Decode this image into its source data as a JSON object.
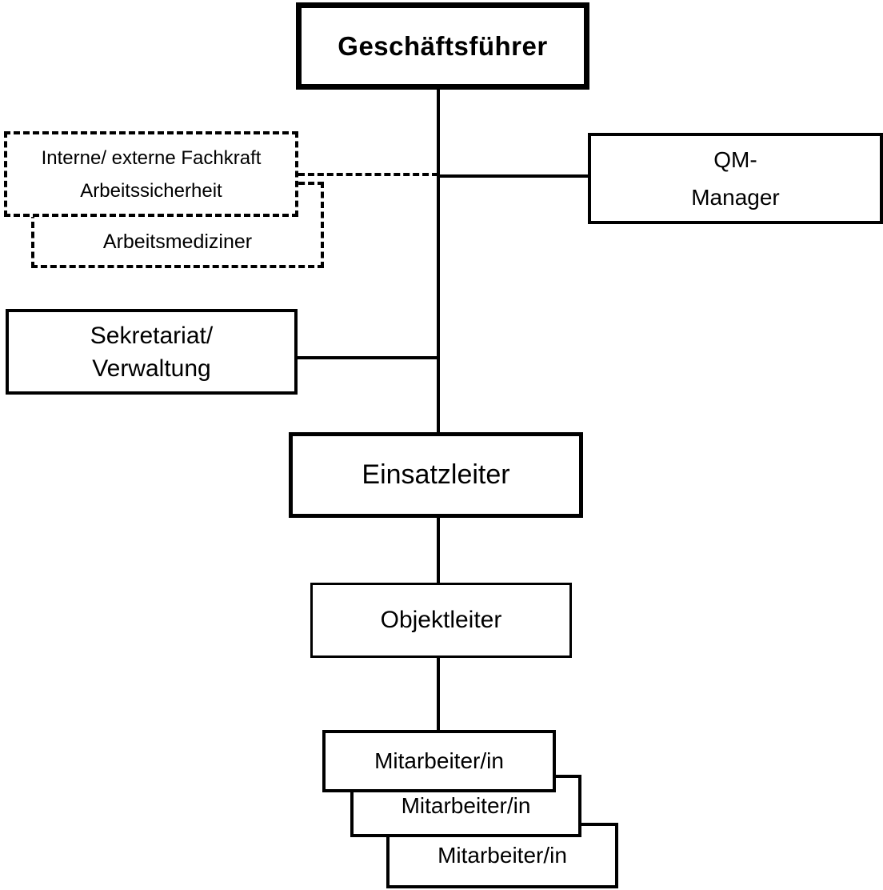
{
  "diagram": {
    "type": "org-chart",
    "colors": {
      "line": "#000000",
      "text": "#000000",
      "background": "#ffffff"
    },
    "nodes": {
      "geschaeftsfuehrer": {
        "label": "Geschäftsführer",
        "style": "solid-thick-bold"
      },
      "fachkraft": {
        "line1": "Interne/ externe Fachkraft",
        "line2": "Arbeitssicherheit",
        "style": "dashed"
      },
      "arbeitsmediziner": {
        "label": "Arbeitsmediziner",
        "style": "dashed"
      },
      "qm_manager": {
        "line1": "QM-",
        "line2": "Manager",
        "style": "solid"
      },
      "sekretariat": {
        "line1": "Sekretariat/",
        "line2": "Verwaltung",
        "style": "solid"
      },
      "einsatzleiter": {
        "label": "Einsatzleiter",
        "style": "solid"
      },
      "objektleiter": {
        "label": "Objektleiter",
        "style": "solid"
      },
      "mitarbeiter_1": {
        "label": "Mitarbeiter/in",
        "style": "solid"
      },
      "mitarbeiter_2": {
        "label": "Mitarbeiter/in",
        "style": "solid"
      },
      "mitarbeiter_3": {
        "label": "Mitarbeiter/in",
        "style": "solid"
      }
    },
    "edges": [
      {
        "from": "geschaeftsfuehrer",
        "to": "einsatzleiter",
        "style": "solid"
      },
      {
        "from": "fachkraft",
        "to": "trunk",
        "style": "dashed"
      },
      {
        "from": "trunk",
        "to": "qm_manager",
        "style": "solid"
      },
      {
        "from": "sekretariat",
        "to": "trunk",
        "style": "solid"
      },
      {
        "from": "einsatzleiter",
        "to": "objektleiter",
        "style": "solid"
      },
      {
        "from": "objektleiter",
        "to": "mitarbeiter_1",
        "style": "solid"
      }
    ]
  }
}
